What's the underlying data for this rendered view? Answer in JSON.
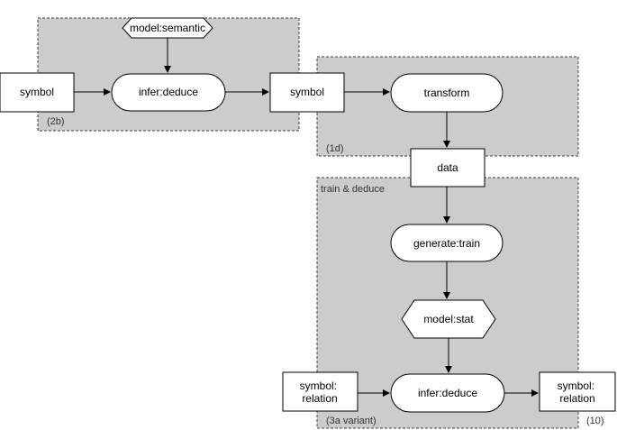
{
  "groups": {
    "g2b": {
      "label": "(2b)"
    },
    "g1d": {
      "label": "(1d)"
    },
    "g3a": {
      "label": "(3a variant)",
      "title": "train & deduce"
    },
    "g10": {
      "label": "(10)"
    }
  },
  "nodes": {
    "model_semantic": "model:semantic",
    "symbol_left": "symbol",
    "infer_deduce_top": "infer:deduce",
    "symbol_mid": "symbol",
    "transform": "transform",
    "data": "data",
    "generate_train": "generate:train",
    "model_stat": "model:stat",
    "symbol_relation_left": [
      "symbol:",
      "relation"
    ],
    "infer_deduce_bottom": "infer:deduce",
    "symbol_relation_right": [
      "symbol:",
      "relation"
    ]
  },
  "colors": {
    "group_fill": "#cccccc",
    "node_fill": "#ffffff",
    "stroke": "#000000"
  }
}
